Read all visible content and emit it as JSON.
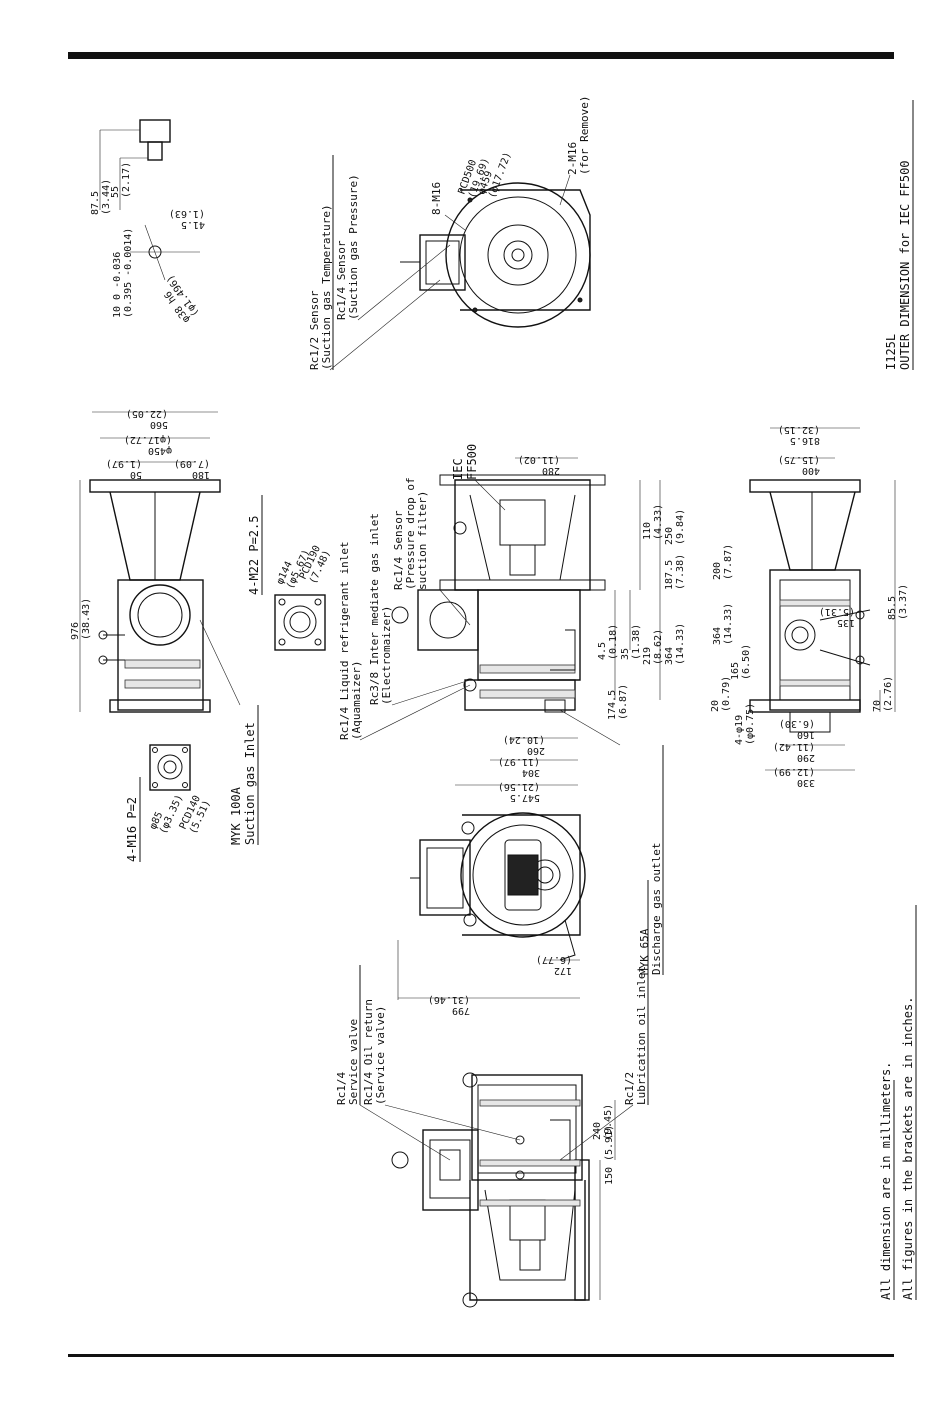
{
  "notes": {
    "line1": "All dimension are in millimeters.",
    "line2": "All figures in the brackets are in inches."
  },
  "title": {
    "line1": "I125L",
    "line2": "OUTER DIMENSION for IEC FF500"
  },
  "callouts": {
    "service_valve": [
      "Rc1/4",
      "Service valve"
    ],
    "oil_return": [
      "Rc1/4 Oil return",
      "(Service valve)"
    ],
    "lubrication": [
      "Rc1/2",
      "Lubrication oil inlet"
    ],
    "discharge": [
      "MYK 65A",
      "Discharge gas outlet"
    ],
    "liquid_inlet": [
      "Rc1/4 Liquid refrigerant inlet",
      "(Aquamaizer)"
    ],
    "intermediate": [
      "Rc3/8 Inter mediate gas inlet",
      "(Electromaizer)"
    ],
    "sensor_filter": [
      "Rc1/4 Sensor",
      "(Pressure drop of",
      "suction filter)"
    ],
    "iec": [
      "IEC",
      "FF500"
    ],
    "suction_temp": [
      "Rc1/2 Sensor",
      "(Suction gas Temperature)"
    ],
    "suction_press": [
      "Rc1/4 Sensor",
      "(Suction gas Pressure)"
    ],
    "m16_8": "8-M16",
    "m16_2": [
      "2-M16",
      "(for Remove)"
    ],
    "suction_inlet": [
      "MYK 100A",
      "Suction gas Inlet"
    ],
    "flange_m22": "4-M22 P=2.5",
    "flange_m16": "4-M16 P=2"
  },
  "dims_bottom": [
    "150",
    "(5.91)",
    "240",
    "(9.45)"
  ],
  "dims_front": [
    "799",
    "(31.46)",
    "172",
    "(6.77)"
  ],
  "dims_side": [
    "547.5",
    "(21.56)",
    "304",
    "(11.97)",
    "260",
    "(10.24)",
    "174.5",
    "(6.87)",
    "4.5",
    "(0.18)",
    "35",
    "(1.38)",
    "219",
    "(8.62)",
    "364",
    "(14.33)",
    "187.5",
    "(7.38)",
    "110",
    "(4.33)",
    "250",
    "(9.84)",
    "280",
    "(11.02)"
  ],
  "dims_top": [
    "976",
    "(38.43)",
    "560",
    "(22.05)",
    "φ450",
    "(φ17.72)",
    "50",
    "(1.97)",
    "180",
    "(7.09)"
  ],
  "dims_end": [
    "330",
    "(12.99)",
    "290",
    "(11.42)",
    "160",
    "(6.30)",
    "4-φ19",
    "(φ0.75)",
    "20",
    "(0.79)",
    "165",
    "(6.50)",
    "364",
    "(14.33)",
    "135",
    "(5.31)",
    "85.5",
    "(3.37)",
    "200",
    "(7.87)",
    "400",
    "(15.75)",
    "816.5",
    "(32.15)",
    "70",
    "(2.76)"
  ],
  "dims_flange": [
    "φ144",
    "(φ5.67)",
    "PCD190",
    "(7.48)"
  ],
  "dims_small_flange": [
    "φ85",
    "(φ3.35)",
    "PCD140",
    "(5.51)"
  ],
  "dims_shaft": [
    "87.5",
    "(3.44)",
    "55",
    "(2.17)",
    "41.5",
    "(1.63)",
    "10 0 -0.036",
    "(0.395 -0.0014)",
    "φ38 h6",
    "(φ1.496)"
  ],
  "dims_end_view": [
    "φ459",
    "(φ17.72)",
    "PCD500",
    "(19.69)"
  ]
}
